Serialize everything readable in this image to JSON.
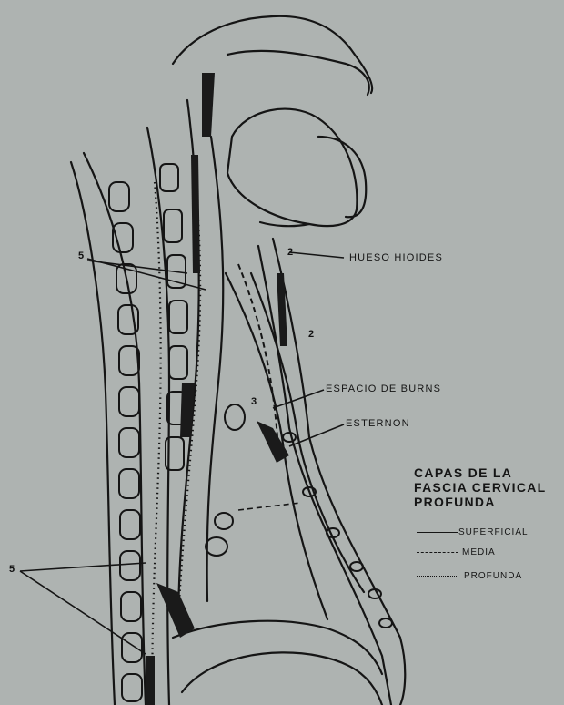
{
  "labels": {
    "hyoid": "HUESO HIOIDES",
    "burns": "ESPACIO DE BURNS",
    "sternum": "ESTERNON"
  },
  "numbers": {
    "upper_five": "5",
    "lower_five": "5",
    "two_upper": "2",
    "two_lower": "2",
    "three": "3"
  },
  "legend": {
    "title_lines": [
      "CAPAS DE LA",
      "FASCIA CERVICAL",
      "PROFUNDA"
    ],
    "items": [
      {
        "label": "SUPERFICIAL",
        "style": "solid"
      },
      {
        "label": "MEDIA",
        "style": "dashed"
      },
      {
        "label": "PROFUNDA",
        "style": "dotted"
      }
    ]
  },
  "colors": {
    "background": "#aeb3b1",
    "ink": "#141414"
  }
}
